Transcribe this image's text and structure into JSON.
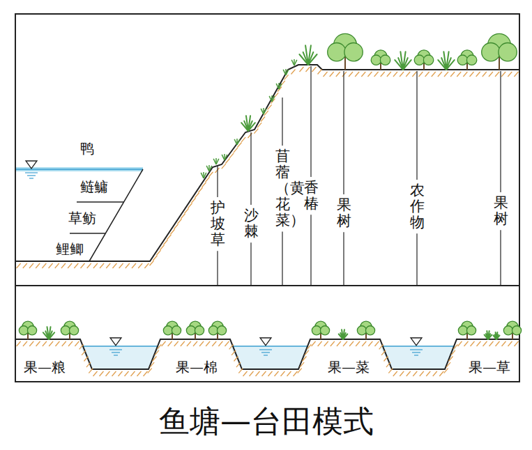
{
  "diagram": {
    "title": "鱼塘—台田模式",
    "labels": [
      "鸭",
      "鲢鳙",
      "草鲂",
      "鲤鲫",
      "护坡草",
      "沙棘",
      "苜蓿（黄花菜）",
      "香椿",
      "果树",
      "农作物",
      "果树",
      "果—粮",
      "果—棉",
      "果—菜",
      "果—草"
    ]
  }
}
